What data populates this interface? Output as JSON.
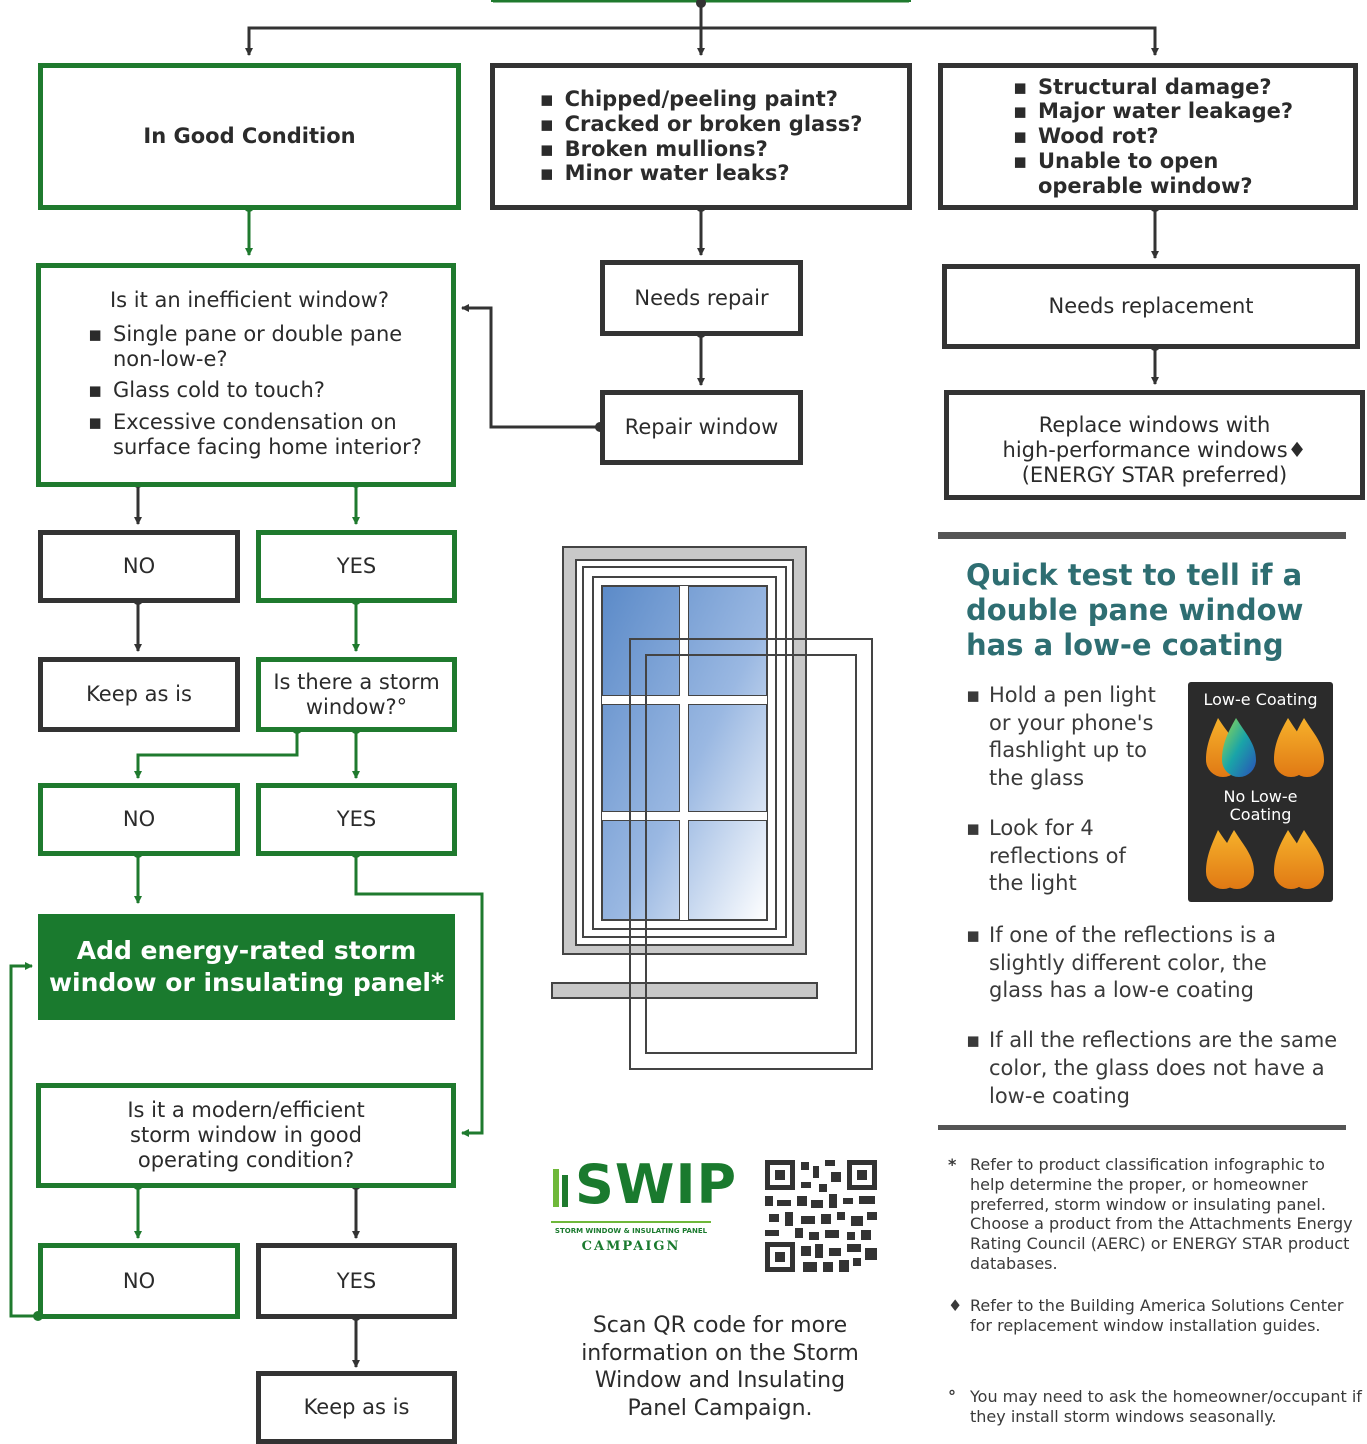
{
  "colors": {
    "green": "#1f7a2e",
    "dark": "#333333",
    "teal": "#2e6e72"
  },
  "flow": {
    "good": {
      "label": "In Good Condition"
    },
    "repair_issues": [
      "Chipped/peeling paint?",
      "Cracked or broken glass?",
      "Broken mullions?",
      "Minor water leaks?"
    ],
    "replace_issues": [
      "Structural damage?",
      "Major water leakage?",
      "Wood rot?",
      "Unable to open operable window?"
    ],
    "inefficient": {
      "question": "Is it an inefficient window?",
      "items": [
        "Single pane or double pane non-low-e?",
        "Glass cold to touch?",
        "Excessive condensation on surface facing home interior?"
      ]
    },
    "needs_repair": "Needs repair",
    "repair_window": "Repair window",
    "needs_replacement": "Needs replacement",
    "replace_windows": {
      "line1": "Replace windows with",
      "line2": "high-performance windows♦",
      "line3": "(ENERGY STAR preferred)"
    },
    "no1": "NO",
    "yes1": "YES",
    "keep1": "Keep as is",
    "storm_question": "Is there a storm window?°",
    "no2": "NO",
    "yes2": "YES",
    "add_storm": "Add energy-rated storm window or insulating panel*",
    "modern_question": "Is it a modern/efficient storm window in good operating condition?",
    "no3": "NO",
    "yes3": "YES",
    "keep2": "Keep as is"
  },
  "quick_test": {
    "title": "Quick test to tell if a double pane window has a low-e coating",
    "steps": [
      "Hold a pen light or your phone's flashlight up to the glass",
      "Look for 4 reflections of the light"
    ],
    "more_steps": [
      "If one of the reflections is a slightly different color, the glass has a low-e coating",
      "If all the reflections are the same color, the glass does not have a low-e coating"
    ],
    "panel": {
      "low_e_label": "Low-e Coating",
      "no_low_e_label": "No Low-e Coating"
    }
  },
  "swip": {
    "name": "SWIP",
    "subtitle": "STORM WINDOW & INSULATING PANEL",
    "campaign": "CAMPAIGN",
    "qr_caption": "Scan QR code for more information on the Storm Window and Insulating Panel Campaign."
  },
  "footnotes": [
    {
      "symbol": "*",
      "text": "Refer to product classification infographic to help determine the proper, or homeowner preferred, storm window or insulating panel. Choose a product from the Attachments Energy Rating Council (AERC) or ENERGY STAR product databases."
    },
    {
      "symbol": "♦",
      "text": "Refer to the Building America Solutions Center for replacement window installation guides."
    },
    {
      "symbol": "°",
      "text": "You may need to ask the homeowner/occupant if they install storm windows seasonally."
    }
  ]
}
